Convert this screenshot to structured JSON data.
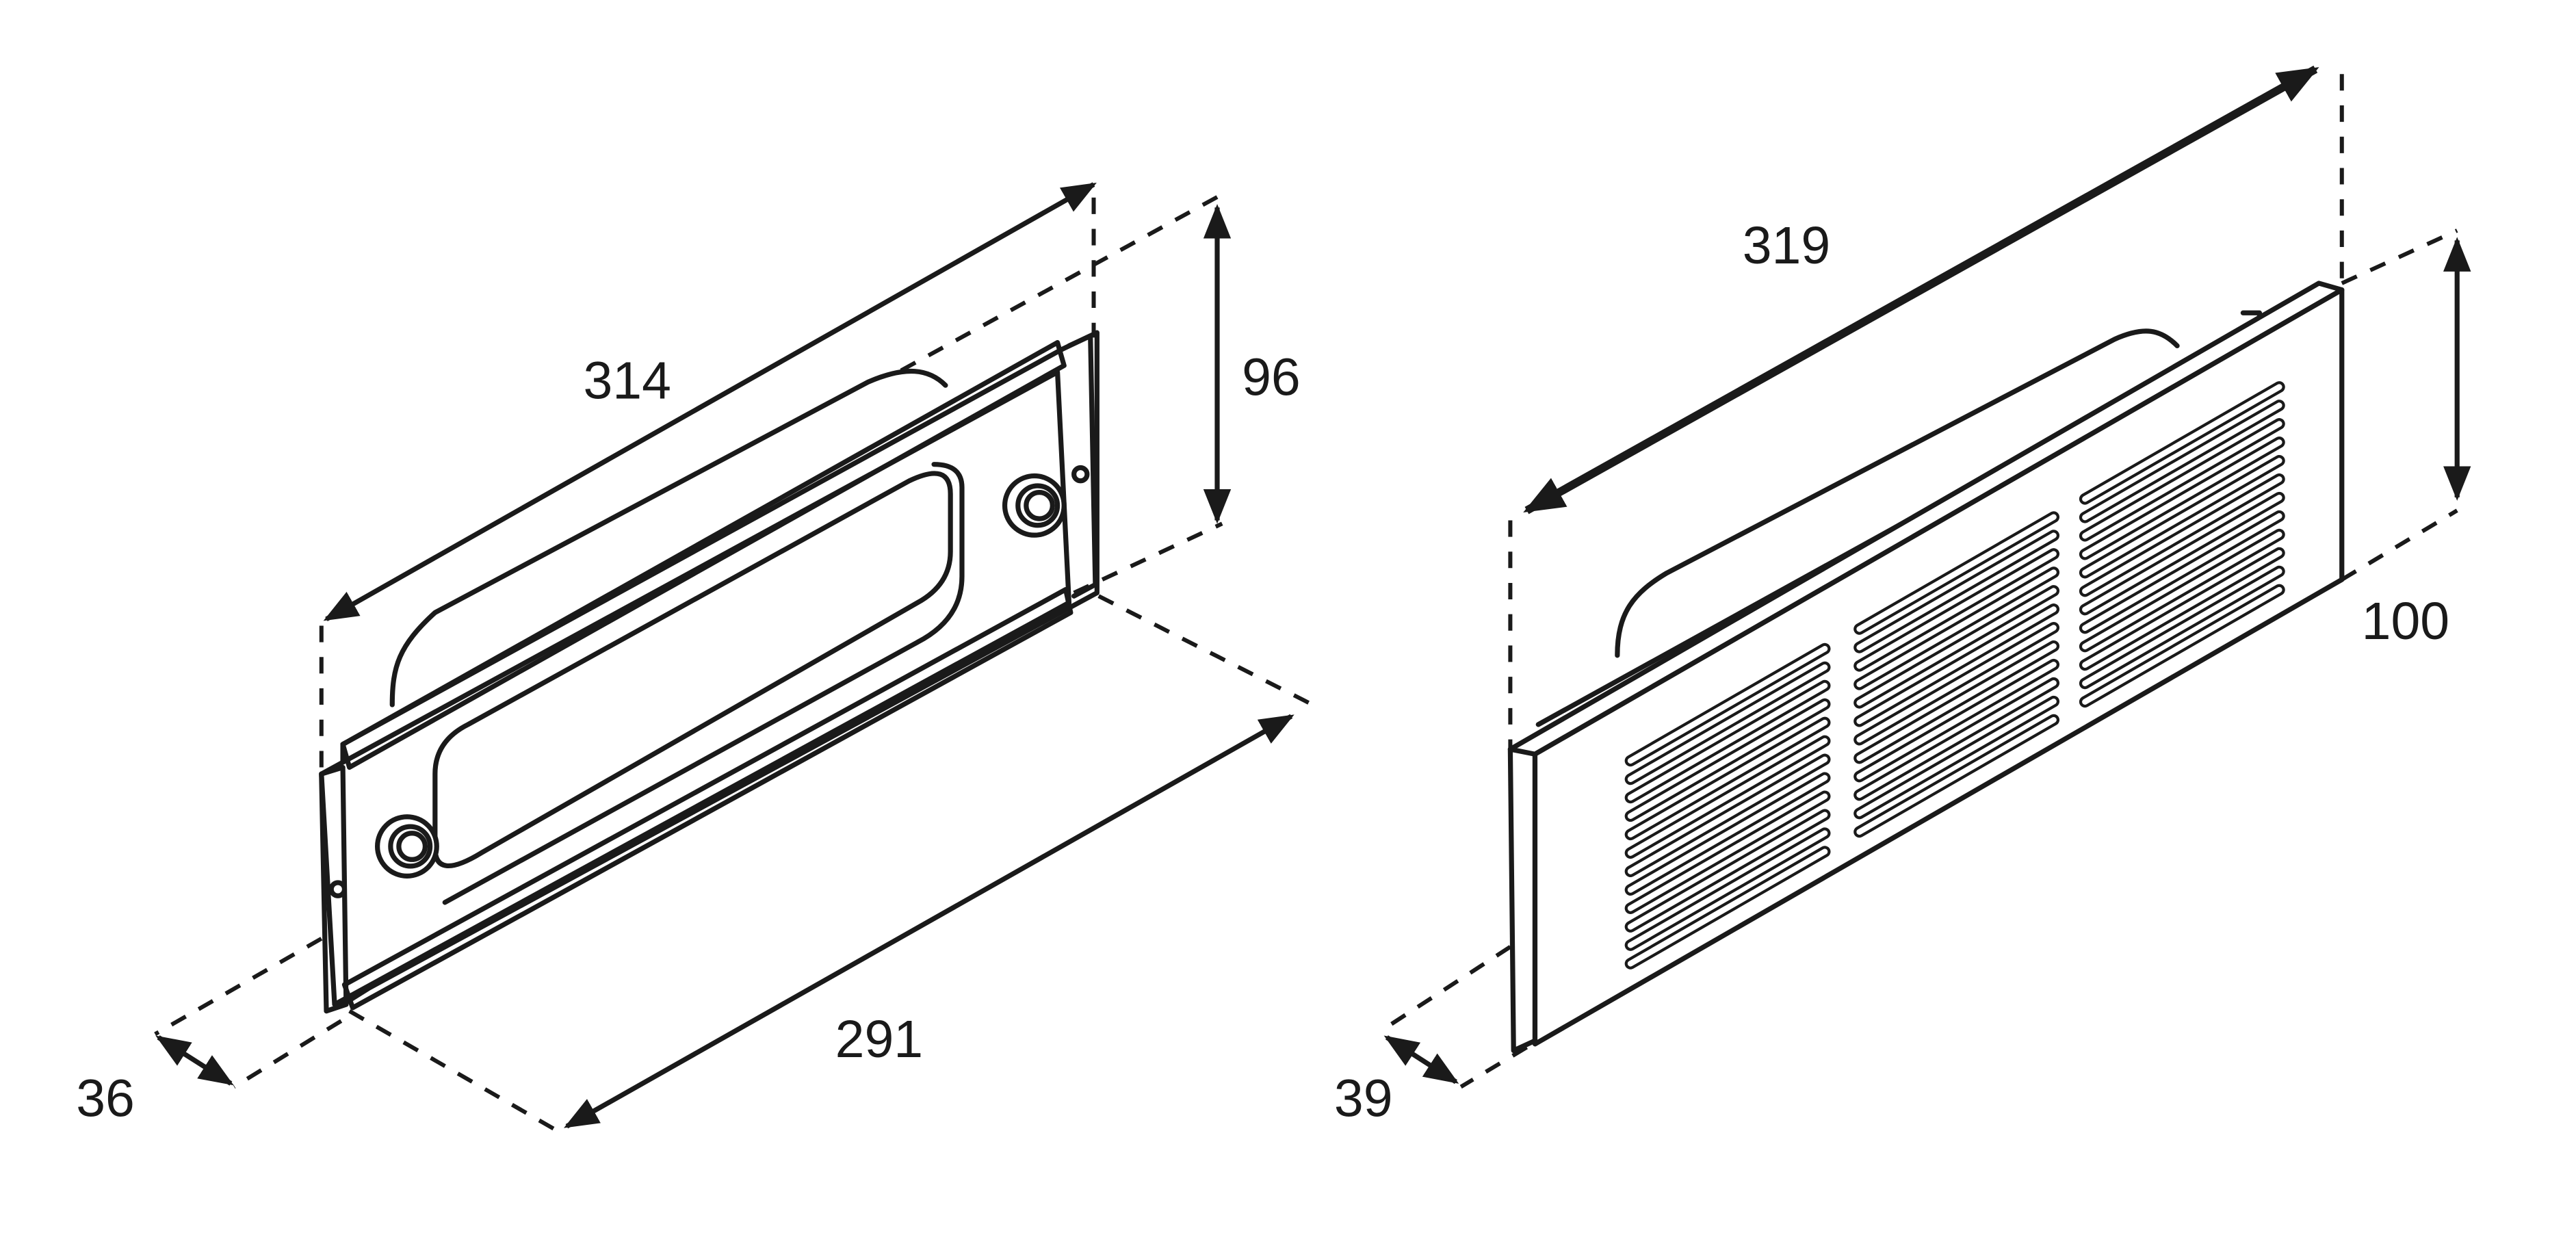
{
  "left_part": {
    "length_top": "314",
    "height": "96",
    "length_bottom": "291",
    "depth": "36"
  },
  "right_part": {
    "length_top": "319",
    "height": "100",
    "depth": "39"
  },
  "colors": {
    "line": "#1a1a1a",
    "background": "#ffffff"
  },
  "grille": {
    "slot_groups": 3,
    "slots_per_group": 12
  }
}
